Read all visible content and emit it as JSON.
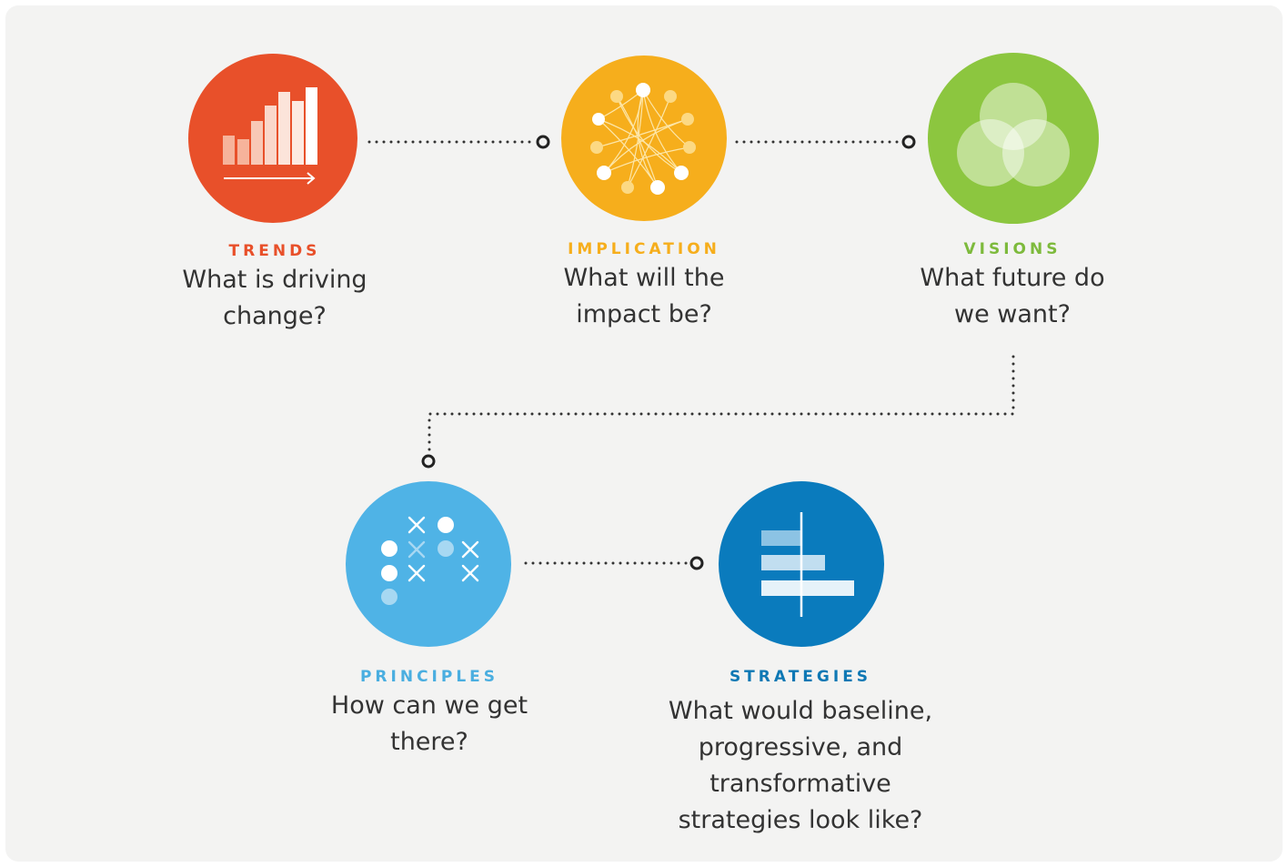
{
  "stages": [
    {
      "id": "trends",
      "label": "TRENDS",
      "question": "What is driving change?",
      "color": "#e8502a",
      "icon": "bar-chart-icon"
    },
    {
      "id": "implication",
      "label": "IMPLICATION",
      "question": "What will the impact be?",
      "color": "#f6ae1c",
      "icon": "network-icon"
    },
    {
      "id": "visions",
      "label": "VISIONS",
      "question": "What future do we want?",
      "color": "#8cc63f",
      "icon": "venn-icon"
    },
    {
      "id": "principles",
      "label": "PRINCIPLES",
      "question": "How can we get there?",
      "color": "#4fb3e6",
      "icon": "game-plan-icon"
    },
    {
      "id": "strategies",
      "label": "STRATEGIES",
      "question": "What would baseline, progressive, and transformative strategies look like?",
      "color": "#0a7bbd",
      "icon": "diverging-bars-icon"
    }
  ]
}
